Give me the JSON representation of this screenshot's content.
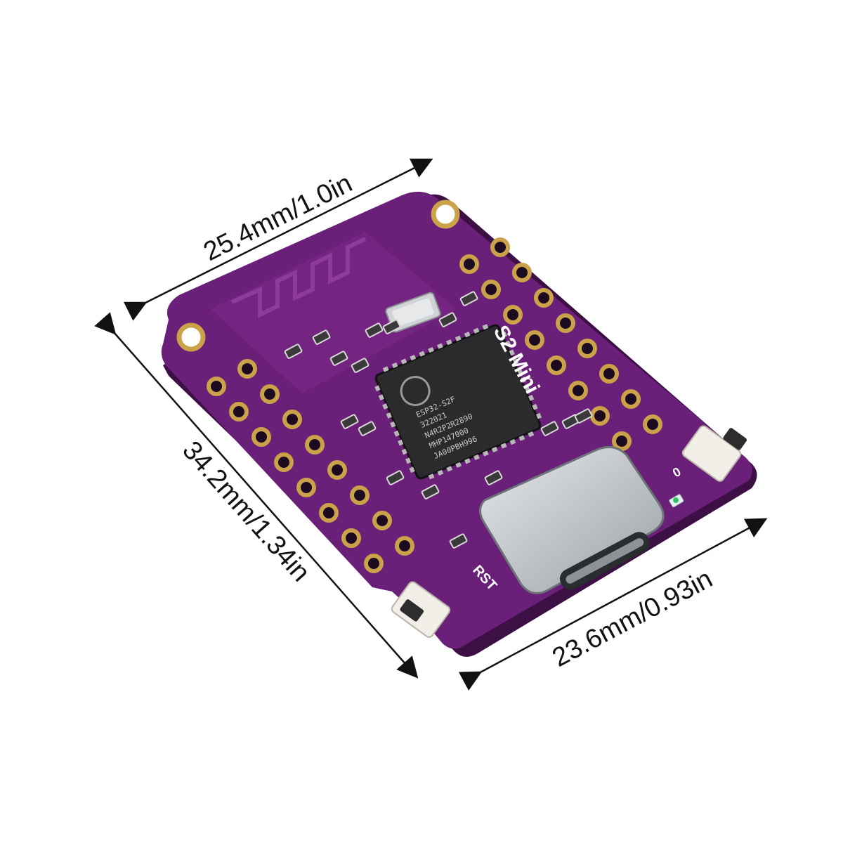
{
  "dimensions": {
    "width_top": "25.4mm/1.0in",
    "height_left": "34.2mm/1.34in",
    "width_bottom": "23.6mm/0.93in"
  },
  "board": {
    "model_label": "S2 Mini",
    "chip_lines": [
      "ESP32-S2F",
      "322021",
      "N4R2P2R2890",
      "MHP147000",
      "JA00PBH996"
    ],
    "button_label_reset": "RST",
    "button_label_boot": "0",
    "colors": {
      "pcb": "#6a1f78",
      "pcb_edge": "#4a1454",
      "gold": "#c9a24a",
      "chip": "#2b2b2e",
      "usb": "#c8ccd0"
    }
  }
}
